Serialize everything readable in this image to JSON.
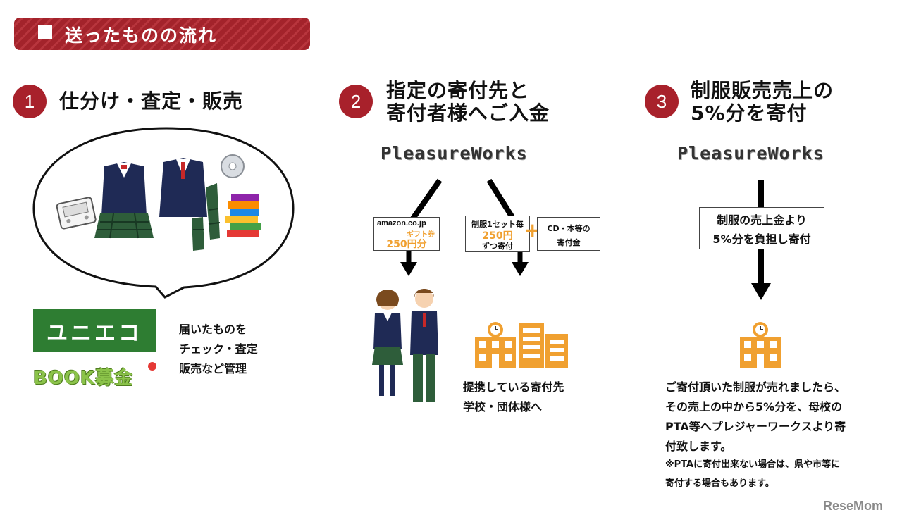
{
  "header": {
    "title": "送ったものの流れ"
  },
  "steps": [
    {
      "number": "1",
      "title": "仕分け・査定・販売"
    },
    {
      "number": "2",
      "title_lines": [
        "指定の寄付先と",
        "寄付者様へご入金"
      ]
    },
    {
      "number": "3",
      "title_lines": [
        "制服販売売上の",
        "5%分を寄付"
      ]
    }
  ],
  "col1": {
    "logo_uniqlo": "ユニエコ",
    "logo_book": "BOOK募金",
    "description_lines": [
      "届いたものを",
      "チェック・査定",
      "販売など管理"
    ]
  },
  "col2": {
    "brand": "PleasureWorks",
    "amazon_logo": "amazon.co.jp",
    "amazon_sub": "ギフト券",
    "amazon_amount": "250円分",
    "uniform_box_line1": "制服1セット毎",
    "uniform_box_amount": "250円",
    "uniform_box_line3": "ずつ寄付",
    "plus": "+",
    "cd_box_lines": [
      "CD・本等の",
      "寄付金"
    ],
    "partner_lines": [
      "提携している寄付先",
      "学校・団体様へ"
    ]
  },
  "col3": {
    "brand": "PleasureWorks",
    "box_lines": [
      "制服の売上金より",
      "5%分を負担し寄付"
    ],
    "description_lines": [
      "ご寄付頂いた制服が売れましたら、",
      "その売上の中から5%分を、母校の",
      "PTA等へプレジャーワークスより寄",
      "付致します。"
    ],
    "note_lines": [
      "※PTAに寄付出来ない場合は、県や市等に",
      "寄付する場合もあります。"
    ]
  },
  "footer": {
    "watermark": "ReseMom"
  },
  "colors": {
    "accent": "#a8212b",
    "uniqlo_green": "#2e7d32",
    "book_green": "#8bc34a",
    "building_orange": "#f0a030",
    "navy": "#1f2a55"
  }
}
